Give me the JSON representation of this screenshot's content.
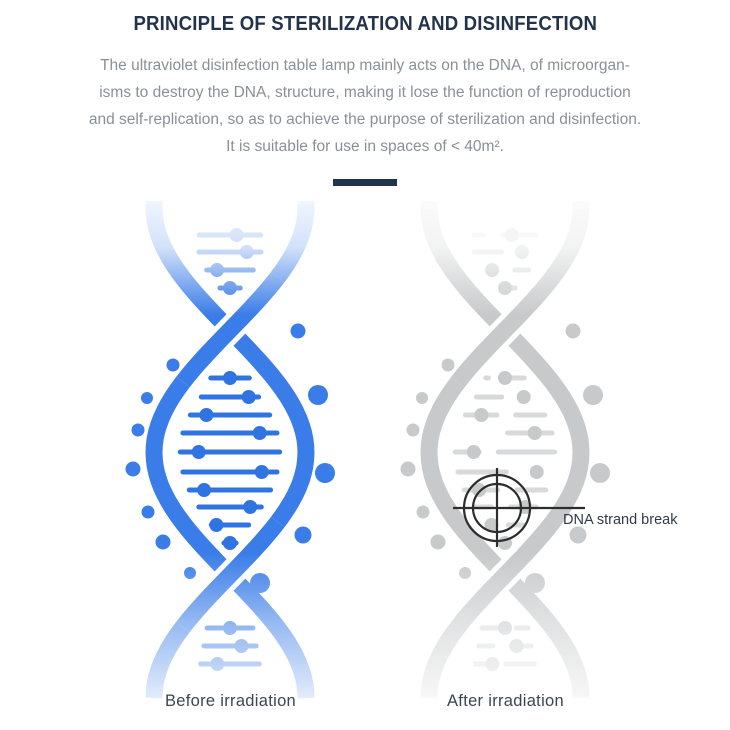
{
  "header": {
    "title": "PRINCIPLE OF STERILIZATION AND DISINFECTION"
  },
  "intro": {
    "lines": [
      "The ultraviolet disinfection table lamp mainly acts on the DNA, of microorgan-",
      "isms to destroy the DNA, structure, making it lose the function of reproduction",
      "and self-replication, so as to achieve the purpose of sterilization and disinfection.",
      "It is suitable for use in spaces of < 40m²."
    ]
  },
  "figures": {
    "before": {
      "label": "Before irradiation",
      "icon": "dna-helix-intact-icon",
      "strand_color": "#3b7de8",
      "rung_color": "#2f74e0"
    },
    "after": {
      "label": "After irradiation",
      "icon": "dna-helix-broken-icon",
      "strand_color": "#c8c9cb",
      "rung_color": "#d8d9db"
    },
    "annotation": {
      "label": "DNA strand break",
      "icon": "crosshair-target-icon"
    }
  },
  "colors": {
    "background": "#ffffff",
    "title": "#22334a",
    "body_text": "#8a9099",
    "divider": "#20344c",
    "caption_text": "#3a4653",
    "annotation_text": "#2f3b47",
    "crosshair": "#2d2d2d"
  }
}
